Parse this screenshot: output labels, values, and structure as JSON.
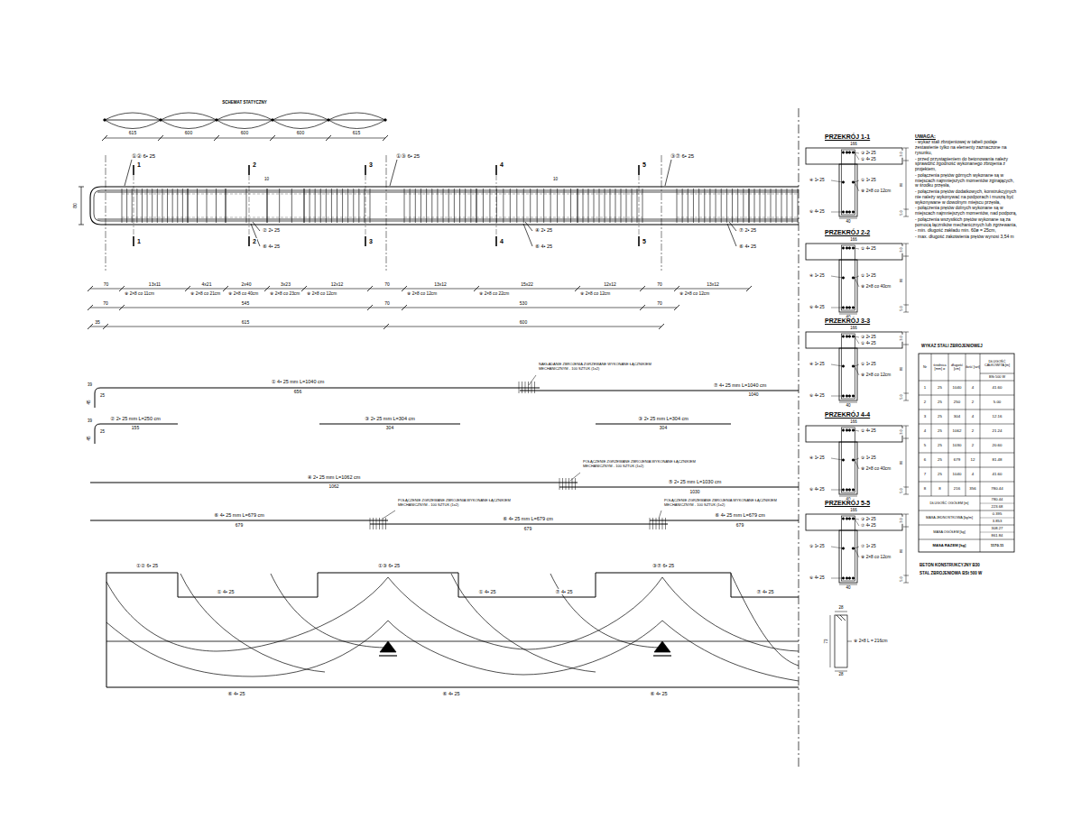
{
  "diagram": {
    "labels": [
      "SCHEMAT STATYCZNY",
      "615",
      "600",
      "600",
      "600",
      "615",
      "①② 6• 25",
      "①③ 6• 25",
      "③⑦ 6• 25",
      "1",
      "1",
      "2",
      "2",
      "3",
      "3",
      "4",
      "4",
      "5",
      "5",
      "80",
      "10",
      "10",
      "② 2• 25",
      "⑥ 4• 25",
      "④ 2• 25",
      "⑥ 4• 25",
      "⑦ 2• 25",
      "⑥ 4• 25",
      "70",
      "13x11",
      "4x21",
      "2x40",
      "3x23",
      "12x12",
      "70",
      "13x12",
      "15x22",
      "12x12",
      "70",
      "13x12",
      "⑧ 2×8 co 11cm",
      "⑧ 2×8 co 21cm",
      "⑧ 2×8 co 40cm",
      "⑧ 2×8 co 23cm",
      "⑧ 2×8 co 12cm",
      "⑧ 2×8 co 12cm",
      "⑧ 2×8 co 22cm",
      "⑧ 2×8 co 12cm",
      "⑧ 2×8 co 12cm",
      "70",
      "545",
      "70",
      "530",
      "70",
      "35",
      "615",
      "600",
      "① 4• 25 mm L=1040 cm",
      "656",
      "39",
      "25",
      "45",
      "NAKŁADANIE ZBROJENIA ZGRZEWANE WYKONANE ŁĄCZNIKIEM MECHANICZNYM - 100 SZTUK (1x2)",
      "⑦ 4• 25 mm L=1040 cm",
      "1040",
      "② 2• 25 mm L=250 cm",
      "155",
      "39",
      "25",
      "45",
      "③ 2• 25 mm L=304 cm",
      "304",
      "③ 2• 25 mm L=304 cm",
      "304",
      "④ 2• 25 mm L=1062 cm",
      "1062",
      "POŁĄCZENIE ZGRZEWANE ZBROJENIA WYKONANE ŁĄCZNIKIEM MECHANICZNYM - 100 SZTUK (1x2)",
      "⑤ 2• 25 mm L=1030 cm",
      "1030",
      "⑥ 4• 25 mm L=679 cm",
      "679",
      "POŁĄCZENIE ZGRZEWANE ZBROJENIA WYKONANE ŁĄCZNIKIEM MECHANICZNYM - 100 SZTUK (1x2)",
      "⑥ 4• 25 mm L=679 cm",
      "679",
      "POŁĄCZENIE ZGRZEWANE ZBROJENIA WYKONANE ŁĄCZNIKIEM MECHANICZNYM - 100 SZTUK (1x2)",
      "⑥ 4• 25 mm L=679 cm",
      "679",
      "①② 6• 25",
      "①③ 6• 25",
      "③⑦ 6• 25",
      "① 4• 25",
      "① 4• 25",
      "⑦ 4• 25",
      "⑦ 4• 25",
      "⑥ 4• 25",
      "⑥ 4• 25",
      "⑥ 4• 25",
      "PRZEKRÓJ 1-1",
      "166",
      "③ 2• 25",
      "① 4• 25",
      "① 1• 25",
      "⑧ 2×8 co 12cm",
      "④ 1• 25",
      "⑥ 4• 25",
      "40",
      "3.0",
      "80",
      "5.0",
      "PRZEKRÓJ 2-2",
      "166",
      "① 4• 25",
      "① 1• 25",
      "⑧ 2×8 co 40cm",
      "④ 1• 25",
      "⑥ 4• 25",
      "40",
      "3.0",
      "80",
      "5.0",
      "PRZEKRÓJ 3-3",
      "166",
      "③ 2• 25",
      "① 4• 25",
      "① 1• 25",
      "⑧ 2×8 co 12cm",
      "④ 1• 25",
      "⑥ 4• 25",
      "40",
      "3.0",
      "80",
      "5.0",
      "PRZEKRÓJ 4-4",
      "166",
      "① 4• 25",
      "⑤ 1• 25",
      "⑧ 2×8 co 40cm",
      "④ 1• 25",
      "⑥ 4• 25",
      "40",
      "3.0",
      "80",
      "5.0",
      "PRZEKRÓJ 5-5",
      "166",
      "③ 2• 25",
      "⑦ 4• 25",
      "⑦ 1• 25",
      "⑧ 2×8 co 12cm",
      "⑤ 1• 25",
      "⑥ 4• 25",
      "40",
      "3.0",
      "80",
      "5.0",
      "28",
      "73",
      "28",
      "⑧ 2×8 L = 216cm",
      "UWAGA:",
      "- wykaz stali zbrojeniowej w tabeli podaje zestawienie tylko na elementy zaznaczone na rysunku,",
      "- przed przystąpieniem do betonowania należy sprawdzić zgodność wykonanego zbrojenia z projektem,",
      "- połączenia prętów górnych wykonane są w miejscach najmniejszych momentów zginających, w środku przęsła,",
      "- połączenia prętów dodatkowych, konstrukcyjnych nie należy wykonywać na podporach i muszą być wykonywane w dowolnym miejscu przęsła,",
      "- połączenia prętów dolnych wykonane są w miejscach najmniejszych momentów, nad podporą,",
      "- połączenia wszystkich prętów wykonane są za pomocą łączników mechanicznych lub zgrzewania,",
      "- min. długość zakładu min. 60ø = 25cm,",
      "- max. długość zakotwienia prętów wynosi 3,54 m",
      "WYKAZ STALI ZBROJENIOWEJ",
      "Nr",
      "średnica [mm] ø",
      "długość [cm]",
      "ilość [szt]",
      "DŁUGOŚĆ CAŁKOWITA [m]",
      "BSt 500 W",
      "1",
      "25",
      "1040",
      "4",
      "41.60",
      "2",
      "25",
      "250",
      "2",
      "5.00",
      "3",
      "25",
      "304",
      "4",
      "12.16",
      "4",
      "25",
      "1062",
      "2",
      "21.24",
      "5",
      "25",
      "1030",
      "2",
      "20.60",
      "6",
      "25",
      "679",
      "12",
      "81.48",
      "7",
      "25",
      "1040",
      "4",
      "41.60",
      "8",
      "8",
      "216",
      "356",
      "780.44",
      "DŁUGOŚĆ OGÓŁEM [m]",
      "780.44",
      "223.68",
      "MASA JEDNOSTKOWA [kg/m]",
      "0.395",
      "3.853",
      "MASA OGÓŁEM [kg]",
      "308.27",
      "861.84",
      "MASA RAZEM [kg]",
      "1170.11",
      "BETON KONSTRUKCYJNY B30",
      "STAL ZBROJENIOWA BSt 500 W"
    ]
  }
}
